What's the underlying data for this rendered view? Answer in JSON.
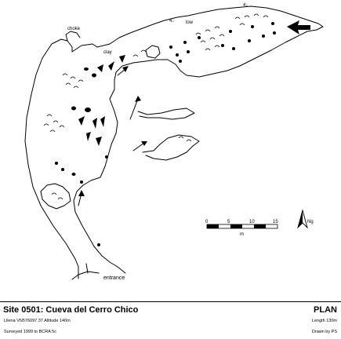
{
  "map": {
    "labels": {
      "choke": "choke",
      "clay": "clay",
      "low": "low",
      "entrance": "entrance",
      "height_mark_a": "4↓",
      "height_mark_b": "4↓"
    },
    "scale_bar": {
      "ticks": [
        "0",
        "5",
        "10",
        "15"
      ],
      "unit": "m"
    },
    "north_arrow": {
      "label": "Ng"
    }
  },
  "footer": {
    "title": "Site 0501: Cueva del Cerro Chico",
    "location": "Lliena VN576097 37  Altitude 140m",
    "surveyed": "Surveyed 1999 to BCRA 5c",
    "type": "PLAN",
    "length": "Length 130m",
    "drawn": "Drawn by PS"
  }
}
